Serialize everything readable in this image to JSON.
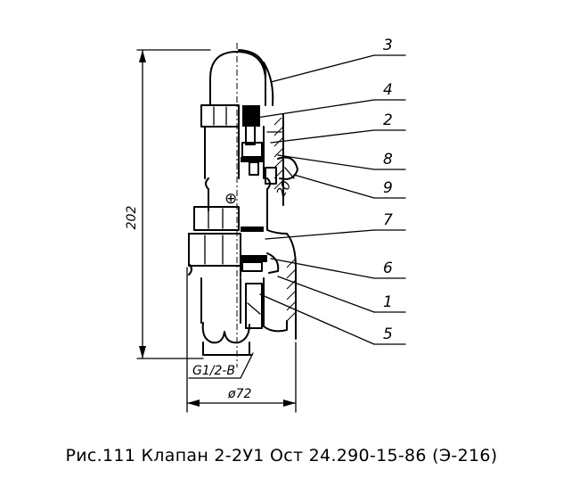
{
  "caption": "Рис.111 Клапан 2-2У1 Ост 24.290-15-86 (Э-216)",
  "dimensions": {
    "height": "202",
    "diameter": "ø72",
    "thread": "G1/2-B"
  },
  "callouts": [
    "3",
    "4",
    "2",
    "8",
    "9",
    "7",
    "6",
    "1",
    "5"
  ]
}
